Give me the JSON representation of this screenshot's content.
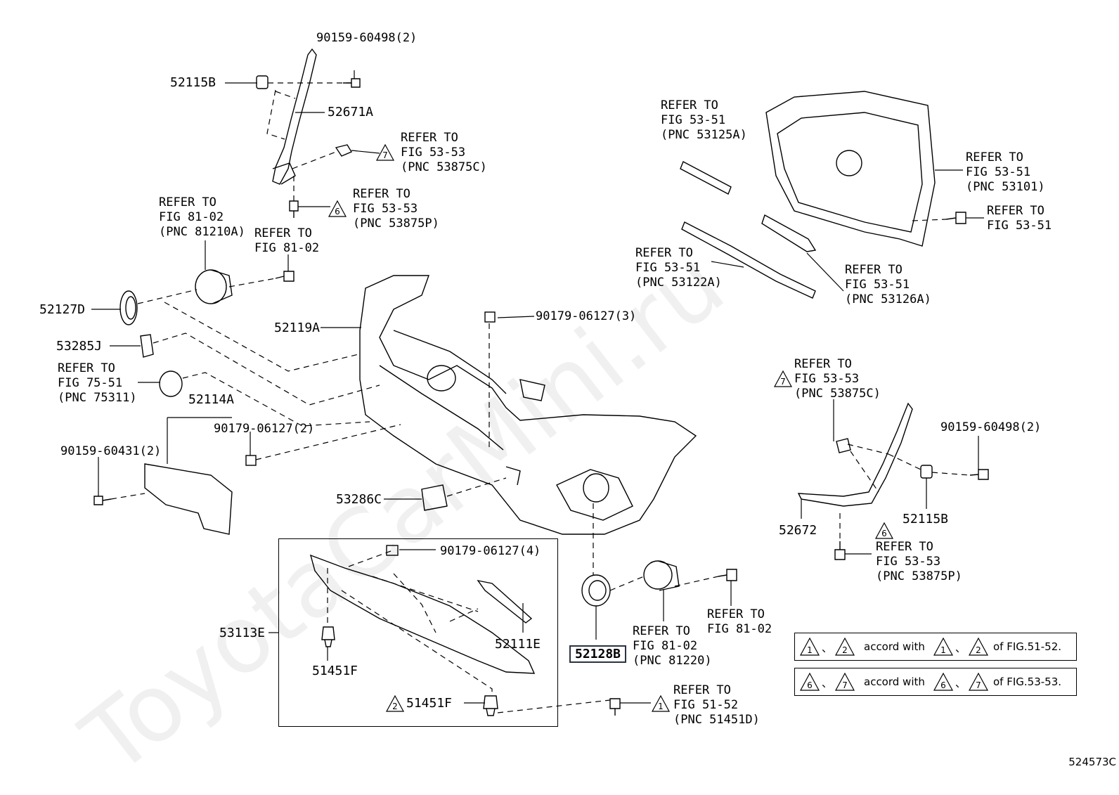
{
  "watermark": "ToyotaCarMini.ru",
  "figure_code": "524573C",
  "labels": {
    "p90159_60498_top": "90159-60498(2)",
    "p52115B_top": "52115B",
    "p52671A": "52671A",
    "ref_53875C_top_a": "REFER TO",
    "ref_53875C_top_b": "FIG 53-53",
    "ref_53875C_top_c": "(PNC 53875C)",
    "ref_53875P_top_a": "REFER TO",
    "ref_53875P_top_b": "FIG 53-53",
    "ref_53875P_top_c": "(PNC 53875P)",
    "ref_81210A_a": "REFER TO",
    "ref_81210A_b": "FIG 81-02",
    "ref_81210A_c": "(PNC 81210A)",
    "ref_81_02_a": "REFER TO",
    "ref_81_02_b": "FIG 81-02",
    "p52127D": "52127D",
    "p52119A": "52119A",
    "p53285J": "53285J",
    "ref_75311_a": "REFER TO",
    "ref_75311_b": "FIG 75-51",
    "ref_75311_c": "(PNC 75311)",
    "p52114A": "52114A",
    "p90179_06127_2": "90179-06127(2)",
    "p90159_60431": "90159-60431(2)",
    "p90179_06127_3": "90179-06127(3)",
    "p53286C": "53286C",
    "p90179_06127_4": "90179-06127(4)",
    "p53113E": "53113E",
    "p52111E": "52111E",
    "p51451F_a": "51451F",
    "p51451F_b": "51451F",
    "p52128B": "52128B",
    "ref_81220_a": "REFER TO",
    "ref_81220_b": "FIG 81-02",
    "ref_81220_c": "(PNC 81220)",
    "ref_81_02_r_a": "REFER TO",
    "ref_81_02_r_b": "FIG 81-02",
    "ref_51451D_a": "REFER TO",
    "ref_51451D_b": "FIG 51-52",
    "ref_51451D_c": "(PNC 51451D)",
    "ref_53125A_a": "REFER TO",
    "ref_53125A_b": "FIG 53-51",
    "ref_53125A_c": "(PNC 53125A)",
    "ref_53101_a": "REFER TO",
    "ref_53101_b": "FIG 53-51",
    "ref_53101_c": "(PNC 53101)",
    "ref_53_51_a": "REFER TO",
    "ref_53_51_b": "FIG 53-51",
    "ref_53122A_a": "REFER TO",
    "ref_53122A_b": "FIG 53-51",
    "ref_53122A_c": "(PNC 53122A)",
    "ref_53126A_a": "REFER TO",
    "ref_53126A_b": "FIG 53-51",
    "ref_53126A_c": "(PNC 53126A)",
    "ref_53875C_r_a": "REFER TO",
    "ref_53875C_r_b": "FIG 53-53",
    "ref_53875C_r_c": "(PNC 53875C)",
    "p90159_60498_r": "90159-60498(2)",
    "p52672": "52672",
    "p52115B_r": "52115B",
    "ref_53875P_r_a": "REFER TO",
    "ref_53875P_r_b": "FIG 53-53",
    "ref_53875P_r_c": "(PNC 53875P)"
  },
  "triangles": {
    "t1": "1",
    "t2": "2",
    "t6": "6",
    "t7": "7"
  },
  "notes": {
    "note1_sep": "、",
    "note1_text": "accord with",
    "note1_tail": "of FIG.51-52.",
    "note2_sep": "、",
    "note2_text": "accord with",
    "note2_tail": "of FIG.53-53."
  }
}
